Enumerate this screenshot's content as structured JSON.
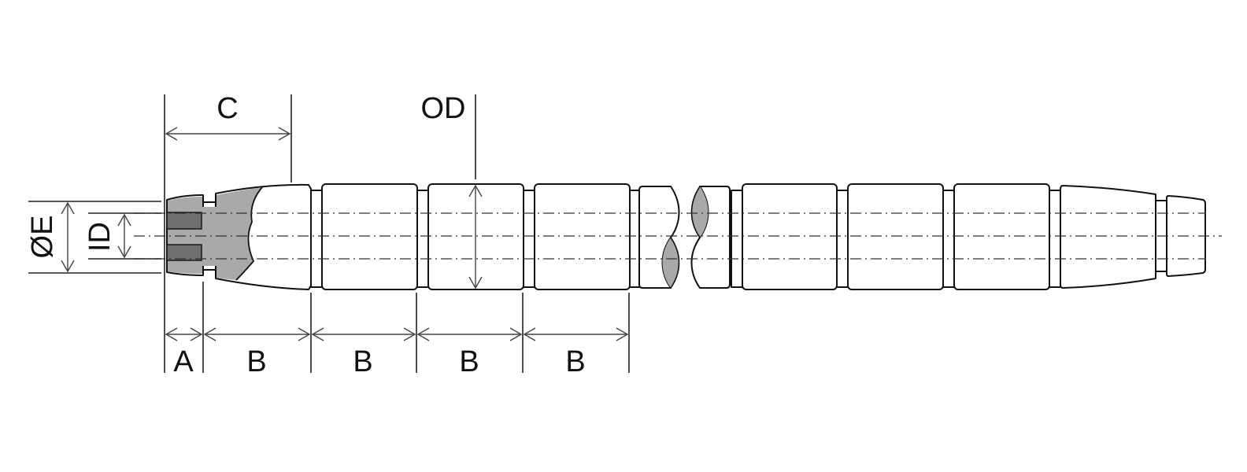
{
  "diagram": {
    "labels": {
      "a": "A",
      "b1": "B",
      "b2": "B",
      "b3": "B",
      "b4": "B",
      "c": "C",
      "od": "OD",
      "e": "ØE",
      "id": "ID"
    }
  }
}
